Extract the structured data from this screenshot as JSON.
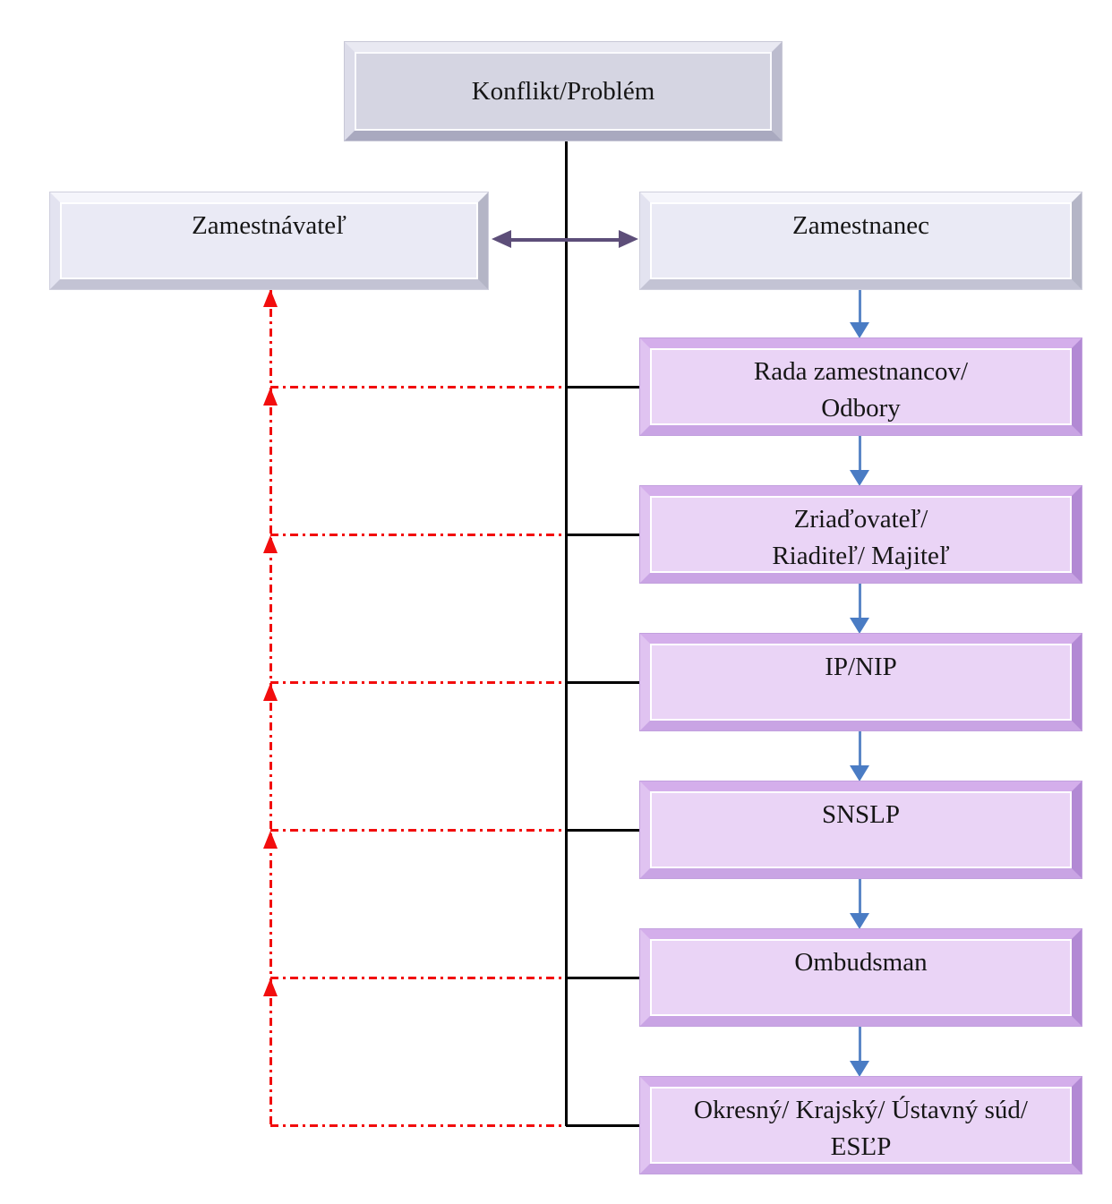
{
  "boxes": {
    "conflict": {
      "label": "Konflikt/Problém"
    },
    "employer": {
      "label": "Zamestnávateľ"
    },
    "employee": {
      "label": "Zamestnanec"
    },
    "escalation": [
      {
        "line1": "Rada zamestnancov/",
        "line2": "Odbory"
      },
      {
        "line1": "Zriaďovateľ/",
        "line2": "Riaditeľ/ Majiteľ"
      },
      {
        "line1": "IP/NIP",
        "line2": ""
      },
      {
        "line1": "SNSLP",
        "line2": ""
      },
      {
        "line1": "Ombudsman",
        "line2": ""
      },
      {
        "line1": "Okresný/ Krajský/ Ústavný súd/",
        "line2": "ESĽP"
      }
    ]
  },
  "colors": {
    "conflict_box_fill": "#d5d5e2",
    "employer_employee_box_fill": "#eaeaf5",
    "escalation_box_fill": "#ead4f6",
    "flow_line": "#000000",
    "feedback_line": "#f20d0d",
    "down_arrow": "#4a7cc4",
    "bidirectional_arrow": "#5d4e79"
  }
}
